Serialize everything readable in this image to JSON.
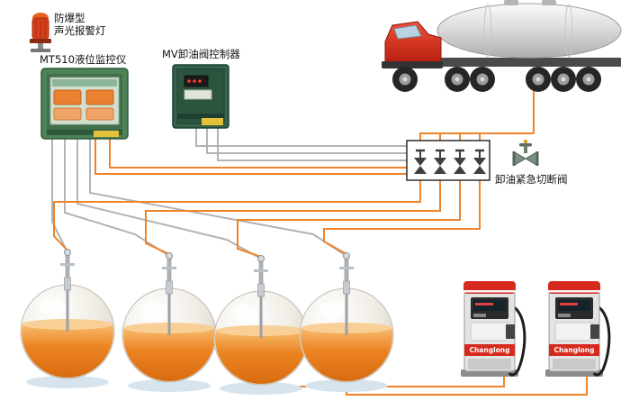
{
  "diagram": {
    "labels": {
      "alarm_type": "防爆型",
      "alarm_name": "声光报警灯",
      "level_monitor": "MT510液位监控仪",
      "valve_controller": "MV卸油阀控制器",
      "emergency_valve": "卸油紧急切断阀",
      "dispenser_brand": "Changlong"
    },
    "colors": {
      "pipe_orange": "#ef8329",
      "pipe_gray": "#b3b3b3",
      "monitor_green": "#4f8256",
      "controller_green": "#35624a",
      "truck_red": "#d42b1e",
      "beacon_red": "#d8401c",
      "dispenser_red": "#d62a1e",
      "liquid_orange_top": "#f7bc6e",
      "liquid_orange_bottom": "#d66a0e"
    },
    "components": {
      "storage_tank_count": 4,
      "dispenser_count": 2,
      "manifold_valve_count": 4
    }
  }
}
